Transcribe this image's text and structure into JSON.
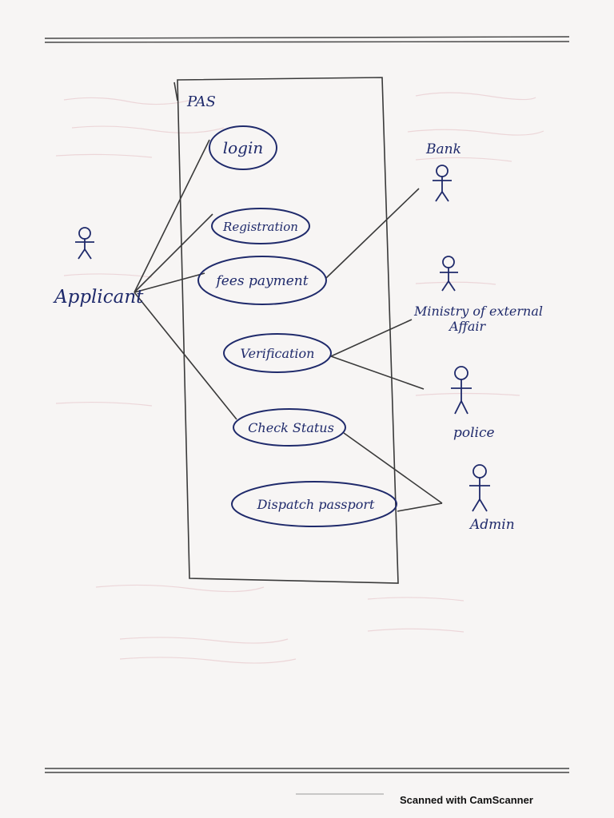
{
  "diagram": {
    "system_boundary_label": "PAS",
    "use_cases": [
      {
        "id": "login",
        "label": "login"
      },
      {
        "id": "registration",
        "label": "Registration"
      },
      {
        "id": "fees-payment",
        "label": "fees payment"
      },
      {
        "id": "verification",
        "label": "Verification"
      },
      {
        "id": "check-status",
        "label": "Check Status"
      },
      {
        "id": "dispatch-passport",
        "label": "Dispatch passport"
      }
    ],
    "actors": [
      {
        "id": "applicant",
        "label": "Applicant"
      },
      {
        "id": "bank",
        "label": "Bank"
      },
      {
        "id": "ministry",
        "label_line1": "Ministry of external",
        "label_line2": "Affair"
      },
      {
        "id": "police",
        "label": "police"
      },
      {
        "id": "admin",
        "label": "Admin"
      }
    ],
    "associations": [
      [
        "applicant",
        "login"
      ],
      [
        "applicant",
        "registration"
      ],
      [
        "applicant",
        "fees-payment"
      ],
      [
        "applicant",
        "check-status"
      ],
      [
        "bank",
        "fees-payment"
      ],
      [
        "ministry",
        "verification"
      ],
      [
        "police",
        "verification"
      ],
      [
        "admin",
        "check-status"
      ],
      [
        "admin",
        "dispatch-passport"
      ]
    ]
  },
  "scanner": {
    "watermark": "Scanned with CamScanner"
  },
  "colors": {
    "ink": "#1f2a6b",
    "pencil": "#3a3a3a",
    "paper": "#f7f5f4",
    "bleed_through": "#e3b9bd"
  }
}
